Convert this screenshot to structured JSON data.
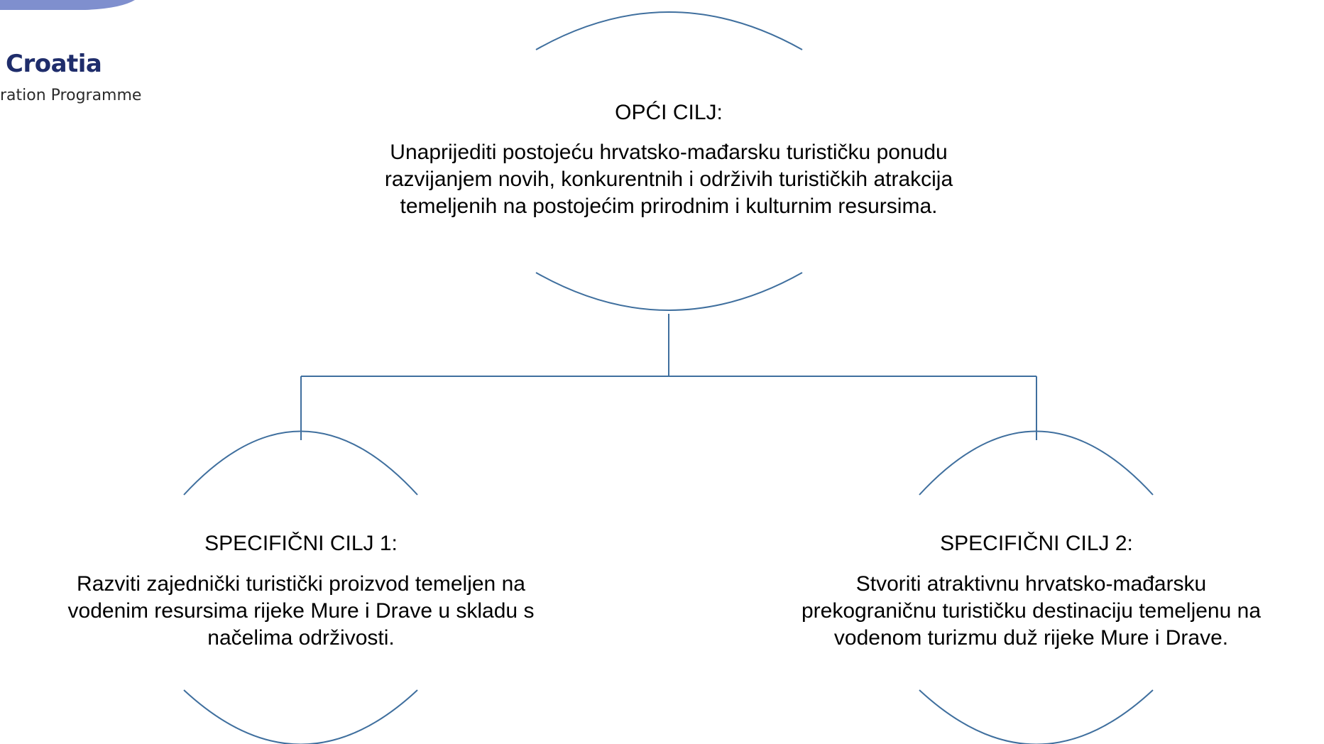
{
  "logo": {
    "title": "Croatia",
    "subtitle": "ration Programme",
    "shape_color": "#7f8fce"
  },
  "diagram": {
    "line_color": "#3f6f9e",
    "general_goal": {
      "heading": "OPĆI CILJ:",
      "lines": [
        "Unaprijediti postojeću hrvatsko-mađarsku turističku ponudu",
        "razvijanjem novih, konkurentnih i održivih turističkih atrakcija",
        "temeljenih na postojećim prirodnim i kulturnim resursima."
      ]
    },
    "specific_goal_1": {
      "heading": "SPECIFIČNI CILJ 1:",
      "lines": [
        "Razviti zajednički turistički proizvod temeljen na",
        "vodenim resursima rijeke Mure i Drave u skladu s",
        "načelima održivosti."
      ]
    },
    "specific_goal_2": {
      "heading": "SPECIFIČNI CILJ 2:",
      "lines": [
        "Stvoriti atraktivnu hrvatsko-mađarsku",
        "prekograničnu turističku destinaciju temeljenu na",
        "vodenom turizmu duž rijeke Mure i Drave."
      ]
    }
  }
}
